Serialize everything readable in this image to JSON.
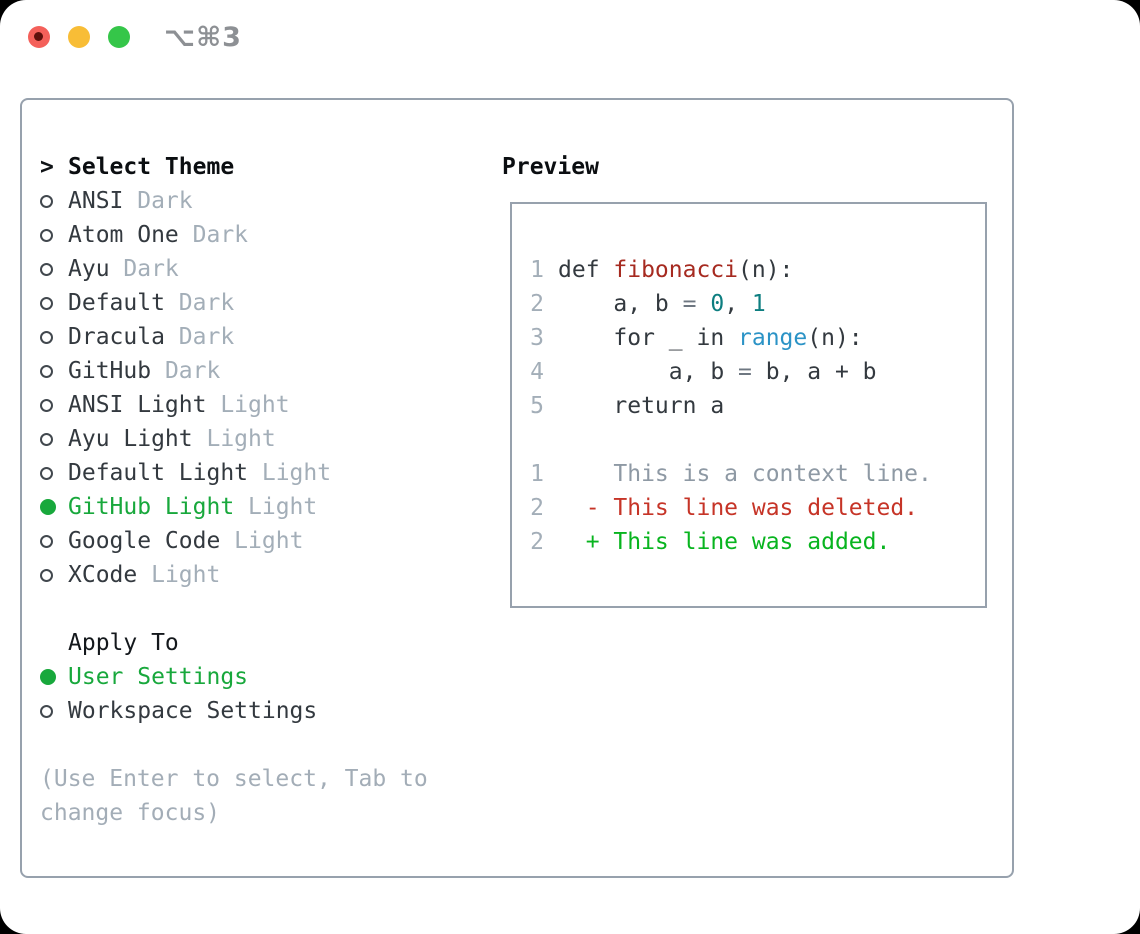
{
  "titlebar": {
    "title": "⌥⌘3",
    "buttons": [
      "close",
      "minimize",
      "zoom"
    ]
  },
  "theme_panel": {
    "header_marker": ">",
    "header": "Select Theme",
    "themes": [
      {
        "name": "ANSI",
        "variant": "Dark",
        "selected": false
      },
      {
        "name": "Atom One",
        "variant": "Dark",
        "selected": false
      },
      {
        "name": "Ayu",
        "variant": "Dark",
        "selected": false
      },
      {
        "name": "Default",
        "variant": "Dark",
        "selected": false
      },
      {
        "name": "Dracula",
        "variant": "Dark",
        "selected": false
      },
      {
        "name": "GitHub",
        "variant": "Dark",
        "selected": false
      },
      {
        "name": "ANSI Light",
        "variant": "Light",
        "selected": false
      },
      {
        "name": "Ayu Light",
        "variant": "Light",
        "selected": false
      },
      {
        "name": "Default Light",
        "variant": "Light",
        "selected": false
      },
      {
        "name": "GitHub Light",
        "variant": "Light",
        "selected": true
      },
      {
        "name": "Google Code",
        "variant": "Light",
        "selected": false
      },
      {
        "name": "XCode",
        "variant": "Light",
        "selected": false
      }
    ],
    "apply_to": {
      "header": "Apply To",
      "options": [
        {
          "label": "User Settings",
          "selected": true
        },
        {
          "label": "Workspace Settings",
          "selected": false
        }
      ]
    },
    "hint_lines": [
      "(Use Enter to select, Tab to",
      "change focus)"
    ]
  },
  "preview": {
    "header": "Preview",
    "code_lines": [
      {
        "num": "1",
        "tokens": [
          {
            "t": "def ",
            "c": "plain"
          },
          {
            "t": "fibonacci",
            "c": "fn"
          },
          {
            "t": "(n):",
            "c": "plain"
          }
        ]
      },
      {
        "num": "2",
        "tokens": [
          {
            "t": "    a, b ",
            "c": "plain"
          },
          {
            "t": "=",
            "c": "op"
          },
          {
            "t": " ",
            "c": "plain"
          },
          {
            "t": "0",
            "c": "num"
          },
          {
            "t": ", ",
            "c": "plain"
          },
          {
            "t": "1",
            "c": "num"
          }
        ]
      },
      {
        "num": "3",
        "tokens": [
          {
            "t": "    for _ in ",
            "c": "plain"
          },
          {
            "t": "range",
            "c": "builtin"
          },
          {
            "t": "(n):",
            "c": "plain"
          }
        ]
      },
      {
        "num": "4",
        "tokens": [
          {
            "t": "        a, b ",
            "c": "plain"
          },
          {
            "t": "=",
            "c": "op"
          },
          {
            "t": " b, a ",
            "c": "plain"
          },
          {
            "t": "+",
            "c": "plain"
          },
          {
            "t": " b",
            "c": "plain"
          }
        ]
      },
      {
        "num": "5",
        "tokens": [
          {
            "t": "    return a",
            "c": "plain"
          }
        ]
      },
      {
        "num": "",
        "tokens": []
      },
      {
        "num": "1",
        "tokens": [
          {
            "t": "    This is a context line.",
            "c": "ctx"
          }
        ]
      },
      {
        "num": "2",
        "tokens": [
          {
            "t": "  - This line was deleted.",
            "c": "del"
          }
        ]
      },
      {
        "num": "2",
        "tokens": [
          {
            "t": "  + This line was added.",
            "c": "add"
          }
        ]
      }
    ]
  },
  "colors": {
    "tl-red": "#f4605a",
    "tl-yellow": "#f8bd36",
    "tl-green": "#35c649",
    "border": "#97a1ad",
    "text-dark": "#33393f",
    "gray-label": "#a3aeb8",
    "green": "#18a83c",
    "hint-gray": "#a3adb7",
    "linenum": "#a3aeb8",
    "fn-red": "#a62a20",
    "num-teal": "#0d7e80",
    "builtin-blue": "#2b93c6",
    "op-gray": "#6e7781",
    "ctx-gray": "#8e99a4",
    "del-red": "#c63427",
    "add-green": "#08b41f"
  }
}
